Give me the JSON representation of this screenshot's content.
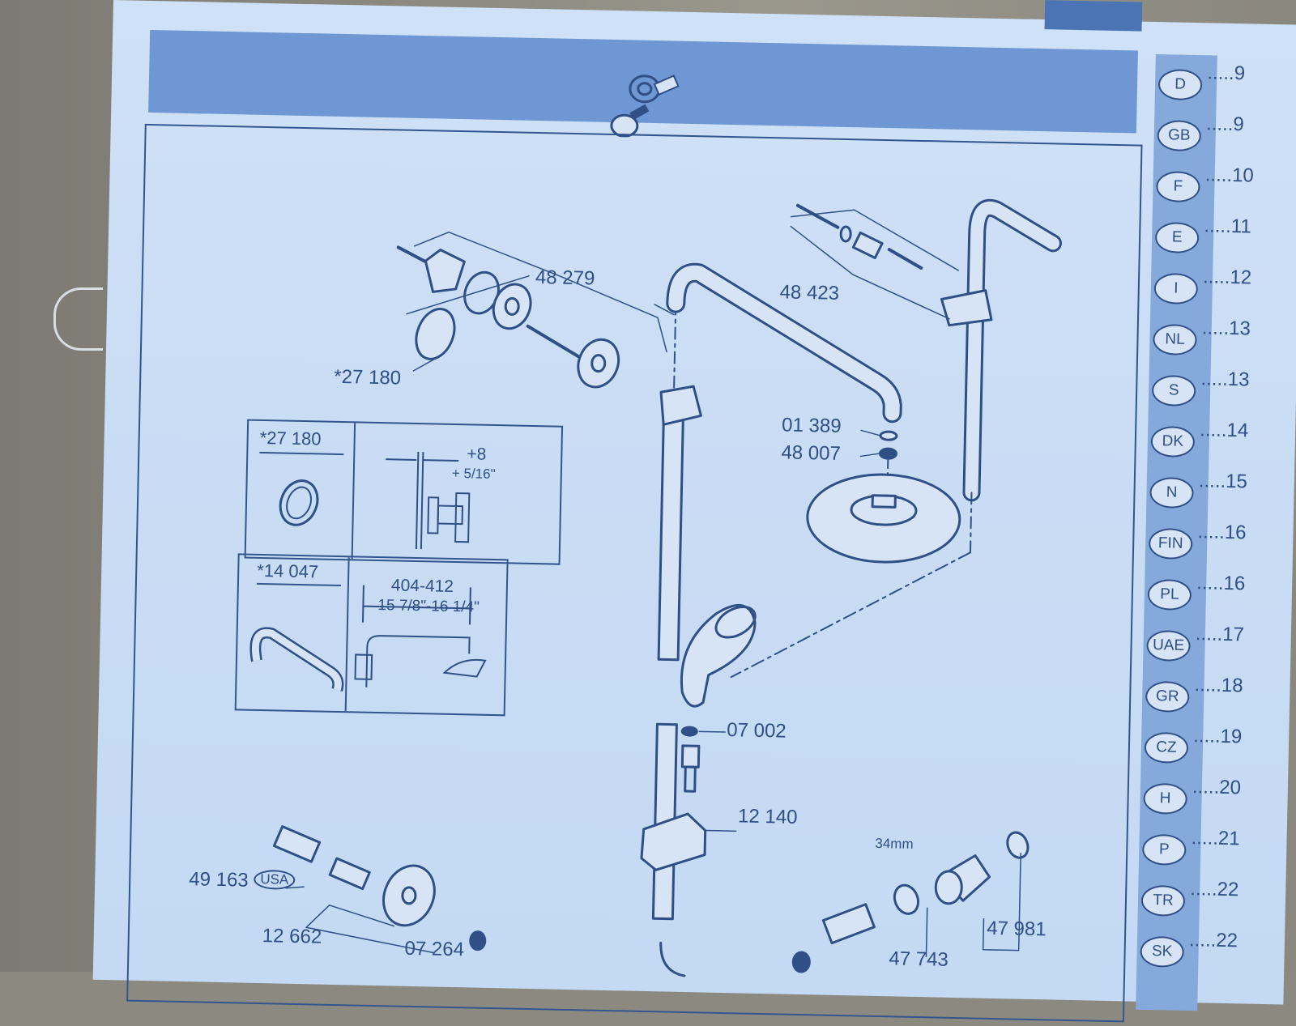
{
  "parts": {
    "p48279": "48 279",
    "p27180": "*27 180",
    "p48423": "48 423",
    "p01389": "01 389",
    "p48007": "48 007",
    "p07002": "07 002",
    "p12140": "12 140",
    "p49163": "49 163",
    "usa": "USA",
    "p12662": "12 662",
    "p07264": "07 264",
    "p47981": "47 981",
    "p47743": "47 743",
    "mm34": "34mm"
  },
  "detail_boxes": {
    "box1_part": "*27 180",
    "box1_dim_mm": "+8",
    "box1_dim_in": "+ 5/16\"",
    "box2_part": "*14 047",
    "box2_dim_mm": "404-412",
    "box2_dim_in": "15 7/8\"-16 1/4\""
  },
  "languages": [
    {
      "code": "D",
      "page": ".....9"
    },
    {
      "code": "GB",
      "page": ".....9"
    },
    {
      "code": "F",
      "page": ".....10"
    },
    {
      "code": "E",
      "page": ".....11"
    },
    {
      "code": "I",
      "page": ".....12"
    },
    {
      "code": "NL",
      "page": ".....13"
    },
    {
      "code": "S",
      "page": ".....13"
    },
    {
      "code": "DK",
      "page": ".....14"
    },
    {
      "code": "N",
      "page": ".....15"
    },
    {
      "code": "FIN",
      "page": ".....16"
    },
    {
      "code": "PL",
      "page": ".....16"
    },
    {
      "code": "UAE",
      "page": ".....17"
    },
    {
      "code": "GR",
      "page": ".....18"
    },
    {
      "code": "CZ",
      "page": ".....19"
    },
    {
      "code": "H",
      "page": ".....20"
    },
    {
      "code": "P",
      "page": ".....21"
    },
    {
      "code": "TR",
      "page": ".....22"
    },
    {
      "code": "SK",
      "page": ".....22"
    }
  ],
  "colors": {
    "paper": "#c9ddf5",
    "ink": "#2f4f86",
    "band": "#6e97d3",
    "sidebar": "#86a9dc"
  }
}
